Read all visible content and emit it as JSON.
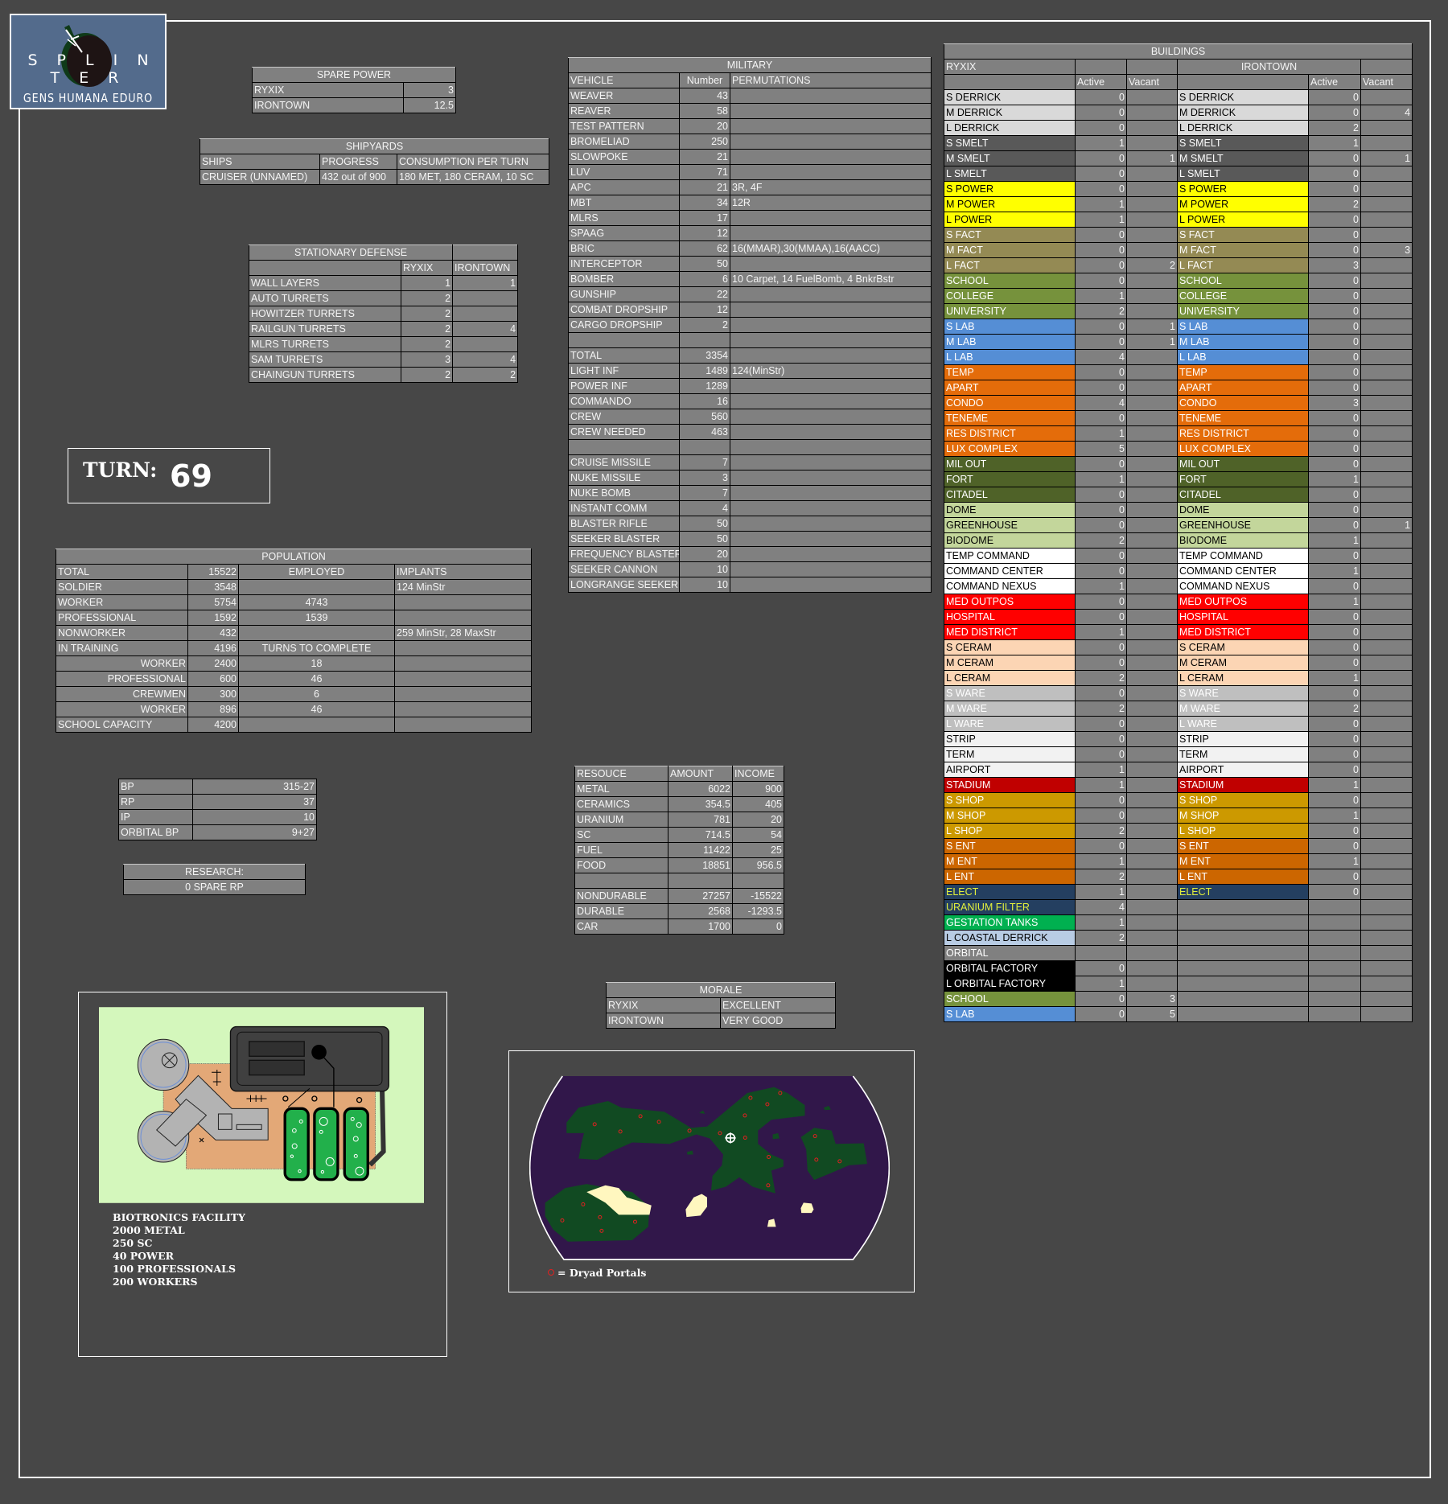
{
  "logo": {
    "name": "SPLINTER",
    "motto": "GENS HUMANA EDURO"
  },
  "spare_power": {
    "title": "SPARE POWER",
    "rows": [
      [
        "RYXIX",
        "3"
      ],
      [
        "IRONTOWN",
        "12.5"
      ]
    ]
  },
  "shipyards": {
    "title": "SHIPYARDS",
    "rows": [
      [
        "SHIPS",
        "PROGRESS",
        "CONSUMPTION PER TURN"
      ],
      [
        "CRUISER (UNNAMED)",
        "432 out of 900",
        "180 MET, 180 CERAM, 10 SC"
      ]
    ]
  },
  "stationary_defense": {
    "title": "STATIONARY DEFENSE",
    "rows": [
      [
        "",
        "RYXIX",
        "IRONTOWN"
      ],
      [
        "WALL LAYERS",
        "1",
        "1"
      ],
      [
        "AUTO TURRETS",
        "2",
        ""
      ],
      [
        "HOWITZER TURRETS",
        "2",
        ""
      ],
      [
        "RAILGUN TURRETS",
        "2",
        "4"
      ],
      [
        "MLRS TURRETS",
        "2",
        ""
      ],
      [
        "SAM TURRETS",
        "3",
        "4"
      ],
      [
        "CHAINGUN TURRETS",
        "2",
        "2"
      ]
    ]
  },
  "turn": {
    "label": "TURN:",
    "value": "69"
  },
  "population": {
    "title": "POPULATION",
    "rows": [
      [
        "TOTAL",
        "15522",
        "EMPLOYED",
        "IMPLANTS"
      ],
      [
        "SOLDIER",
        "3548",
        "",
        "124 MinStr"
      ],
      [
        "WORKER",
        "5754",
        "4743",
        ""
      ],
      [
        "PROFESSIONAL",
        "1592",
        "1539",
        ""
      ],
      [
        "NONWORKER",
        "432",
        "",
        "259 MinStr, 28 MaxStr"
      ],
      [
        "IN TRAINING",
        "4196",
        "TURNS TO COMPLETE",
        ""
      ],
      [
        "WORKER",
        "2400",
        "18",
        ""
      ],
      [
        "PROFESSIONAL",
        "600",
        "46",
        ""
      ],
      [
        "CREWMEN",
        "300",
        "6",
        ""
      ],
      [
        "WORKER",
        "896",
        "46",
        ""
      ],
      [
        "SCHOOL CAPACITY",
        "4200",
        "",
        ""
      ]
    ]
  },
  "points": {
    "rows": [
      [
        "BP",
        "315-27"
      ],
      [
        "RP",
        "37"
      ],
      [
        "IP",
        "10"
      ],
      [
        "ORBITAL BP",
        "9+27"
      ]
    ]
  },
  "research": {
    "rows": [
      [
        "RESEARCH:"
      ],
      [
        "0 SPARE RP"
      ]
    ]
  },
  "military": {
    "title": "MILITARY",
    "rows": [
      [
        "VEHICLE",
        "Number",
        "PERMUTATIONS"
      ],
      [
        "WEAVER",
        "43",
        ""
      ],
      [
        "REAVER",
        "58",
        ""
      ],
      [
        "TEST PATTERN",
        "20",
        ""
      ],
      [
        "BROMELIAD",
        "250",
        ""
      ],
      [
        "SLOWPOKE",
        "21",
        ""
      ],
      [
        "LUV",
        "71",
        ""
      ],
      [
        "APC",
        "21",
        "3R, 4F"
      ],
      [
        "MBT",
        "34",
        "12R"
      ],
      [
        "MLRS",
        "17",
        ""
      ],
      [
        "SPAAG",
        "12",
        ""
      ],
      [
        "BRIC",
        "62",
        "16(MMAR),30(MMAA),16(AACC)"
      ],
      [
        "INTERCEPTOR",
        "50",
        ""
      ],
      [
        "BOMBER",
        "6",
        "10 Carpet, 14 FuelBomb, 4 BnkrBstr"
      ],
      [
        "GUNSHIP",
        "22",
        ""
      ],
      [
        "COMBAT DROPSHIP",
        "12",
        ""
      ],
      [
        "CARGO DROPSHIP",
        "2",
        ""
      ],
      [
        "",
        "",
        ""
      ],
      [
        "TOTAL",
        "3354",
        ""
      ],
      [
        "LIGHT INF",
        "1489",
        "124(MinStr)"
      ],
      [
        "POWER INF",
        "1289",
        ""
      ],
      [
        "COMMANDO",
        "16",
        ""
      ],
      [
        "CREW",
        "560",
        ""
      ],
      [
        "CREW NEEDED",
        "463",
        ""
      ],
      [
        "",
        "",
        ""
      ],
      [
        "CRUISE MISSILE",
        "7",
        ""
      ],
      [
        "NUKE MISSILE",
        "3",
        ""
      ],
      [
        "NUKE BOMB",
        "7",
        ""
      ],
      [
        "INSTANT COMM",
        "4",
        ""
      ],
      [
        "BLASTER RIFLE",
        "50",
        ""
      ],
      [
        "SEEKER BLASTER",
        "50",
        ""
      ],
      [
        "FREQUENCY BLASTER",
        "20",
        ""
      ],
      [
        "SEEKER CANNON",
        "10",
        ""
      ],
      [
        "LONGRANGE SEEKER",
        "10",
        ""
      ]
    ]
  },
  "resources": {
    "rows": [
      [
        "RESOUCE",
        "AMOUNT",
        "INCOME"
      ],
      [
        "METAL",
        "6022",
        "900"
      ],
      [
        "CERAMICS",
        "354.5",
        "405"
      ],
      [
        "URANIUM",
        "781",
        "20"
      ],
      [
        "SC",
        "714.5",
        "54"
      ],
      [
        "FUEL",
        "11422",
        "25"
      ],
      [
        "FOOD",
        "18851",
        "956.5"
      ],
      [
        "",
        "",
        ""
      ],
      [
        "NONDURABLE",
        "27257",
        "-15522"
      ],
      [
        "DURABLE",
        "2568",
        "-1293.5"
      ],
      [
        "CAR",
        "1700",
        "0"
      ]
    ]
  },
  "morale": {
    "title": "MORALE",
    "rows": [
      [
        "RYXIX",
        "EXCELLENT"
      ],
      [
        "IRONTOWN",
        "VERY GOOD"
      ]
    ]
  },
  "facility": {
    "lines": [
      "BIOTRONICS FACILITY",
      "2000 METAL",
      "250 SC",
      "40 POWER",
      "100 PROFESSIONALS",
      "200 WORKERS"
    ]
  },
  "map": {
    "legend": "= Dryad Portals"
  },
  "buildings": {
    "title": "BUILDINGS",
    "city_a": "RYXIX",
    "city_b": "IRONTOWN",
    "active_label": "Active",
    "vacant_label": "Vacant",
    "colors": {
      "der": [
        "#d9d9d9",
        "#000000"
      ],
      "sme": [
        "#595959",
        "#ffffff"
      ],
      "pow": [
        "#ffff00",
        "#000000"
      ],
      "fac": [
        "#948a54",
        "#ffffff"
      ],
      "edu": [
        "#76923c",
        "#ffffff"
      ],
      "lab": [
        "#558ed5",
        "#ffffff"
      ],
      "res": [
        "#e46c0a",
        "#ffffff"
      ],
      "mil": [
        "#4f6228",
        "#ffffff"
      ],
      "dom": [
        "#c3d69b",
        "#000000"
      ],
      "cmd": [
        "#ffffff",
        "#000000"
      ],
      "med": [
        "#ff0000",
        "#ffffff"
      ],
      "cer": [
        "#fcd5b4",
        "#000000"
      ],
      "war": [
        "#bfbfbf",
        "#ffffff"
      ],
      "air": [
        "#f2f2f2",
        "#000000"
      ],
      "sta": [
        "#c00000",
        "#ffffff"
      ],
      "sho": [
        "#cc9900",
        "#ffffff"
      ],
      "ent": [
        "#cc6600",
        "#ffffff"
      ],
      "ele": [
        "#243f60",
        "#e2f03c"
      ],
      "ges": [
        "#00b050",
        "#ffffff"
      ],
      "coa": [
        "#b8cce4",
        "#000000"
      ],
      "orb": [
        "#808080",
        "#ffffff"
      ],
      "ofa": [
        "#000000",
        "#ffffff"
      ]
    },
    "rows": [
      [
        "S DERRICK",
        "der",
        "0",
        "",
        "S DERRICK",
        "0",
        ""
      ],
      [
        "M DERRICK",
        "der",
        "0",
        "",
        "M DERRICK",
        "0",
        "4"
      ],
      [
        "L DERRICK",
        "der",
        "0",
        "",
        "L DERRICK",
        "2",
        ""
      ],
      [
        "S SMELT",
        "sme",
        "1",
        "",
        "S SMELT",
        "1",
        ""
      ],
      [
        "M SMELT",
        "sme",
        "0",
        "1",
        "M SMELT",
        "0",
        "1"
      ],
      [
        "L SMELT",
        "sme",
        "0",
        "",
        "L SMELT",
        "0",
        ""
      ],
      [
        "S POWER",
        "pow",
        "0",
        "",
        "S POWER",
        "0",
        ""
      ],
      [
        "M POWER",
        "pow",
        "1",
        "",
        "M POWER",
        "2",
        ""
      ],
      [
        "L POWER",
        "pow",
        "1",
        "",
        "L POWER",
        "0",
        ""
      ],
      [
        "S FACT",
        "fac",
        "0",
        "",
        "S FACT",
        "0",
        ""
      ],
      [
        "M FACT",
        "fac",
        "0",
        "",
        "M FACT",
        "0",
        "3"
      ],
      [
        "L FACT",
        "fac",
        "0",
        "2",
        "L FACT",
        "3",
        ""
      ],
      [
        "SCHOOL",
        "edu",
        "0",
        "",
        "SCHOOL",
        "0",
        ""
      ],
      [
        "COLLEGE",
        "edu",
        "1",
        "",
        "COLLEGE",
        "0",
        ""
      ],
      [
        "UNIVERSITY",
        "edu",
        "2",
        "",
        "UNIVERSITY",
        "0",
        ""
      ],
      [
        "S LAB",
        "lab",
        "0",
        "1",
        "S LAB",
        "0",
        ""
      ],
      [
        "M LAB",
        "lab",
        "0",
        "1",
        "M LAB",
        "0",
        ""
      ],
      [
        "L LAB",
        "lab",
        "4",
        "",
        "L LAB",
        "0",
        ""
      ],
      [
        "TEMP",
        "res",
        "0",
        "",
        "TEMP",
        "0",
        ""
      ],
      [
        "APART",
        "res",
        "0",
        "",
        "APART",
        "0",
        ""
      ],
      [
        "CONDO",
        "res",
        "4",
        "",
        "CONDO",
        "3",
        ""
      ],
      [
        "TENEME",
        "res",
        "0",
        "",
        "TENEME",
        "0",
        ""
      ],
      [
        "RES DISTRICT",
        "res",
        "1",
        "",
        "RES DISTRICT",
        "0",
        ""
      ],
      [
        "LUX COMPLEX",
        "res",
        "5",
        "",
        "LUX COMPLEX",
        "0",
        ""
      ],
      [
        "MIL OUT",
        "mil",
        "0",
        "",
        "MIL OUT",
        "0",
        ""
      ],
      [
        "FORT",
        "mil",
        "1",
        "",
        "FORT",
        "1",
        ""
      ],
      [
        "CITADEL",
        "mil",
        "0",
        "",
        "CITADEL",
        "0",
        ""
      ],
      [
        "DOME",
        "dom",
        "0",
        "",
        "DOME",
        "0",
        ""
      ],
      [
        "GREENHOUSE",
        "dom",
        "0",
        "",
        "GREENHOUSE",
        "0",
        "1"
      ],
      [
        "BIODOME",
        "dom",
        "2",
        "",
        "BIODOME",
        "1",
        ""
      ],
      [
        "TEMP COMMAND",
        "cmd",
        "0",
        "",
        "TEMP COMMAND",
        "0",
        ""
      ],
      [
        "COMMAND CENTER",
        "cmd",
        "0",
        "",
        "COMMAND CENTER",
        "1",
        ""
      ],
      [
        "COMMAND NEXUS",
        "cmd",
        "1",
        "",
        "COMMAND NEXUS",
        "0",
        ""
      ],
      [
        "MED OUTPOS",
        "med",
        "0",
        "",
        "MED OUTPOS",
        "1",
        ""
      ],
      [
        "HOSPITAL",
        "med",
        "0",
        "",
        "HOSPITAL",
        "0",
        ""
      ],
      [
        "MED DISTRICT",
        "med",
        "1",
        "",
        "MED DISTRICT",
        "0",
        ""
      ],
      [
        "S CERAM",
        "cer",
        "0",
        "",
        "S CERAM",
        "0",
        ""
      ],
      [
        "M CERAM",
        "cer",
        "0",
        "",
        "M CERAM",
        "0",
        ""
      ],
      [
        "L CERAM",
        "cer",
        "2",
        "",
        "L CERAM",
        "1",
        ""
      ],
      [
        "S WARE",
        "war",
        "0",
        "",
        "S WARE",
        "0",
        ""
      ],
      [
        "M WARE",
        "war",
        "2",
        "",
        "M WARE",
        "2",
        ""
      ],
      [
        "L WARE",
        "war",
        "0",
        "",
        "L WARE",
        "0",
        ""
      ],
      [
        "STRIP",
        "air",
        "0",
        "",
        "STRIP",
        "0",
        ""
      ],
      [
        "TERM",
        "air",
        "0",
        "",
        "TERM",
        "0",
        ""
      ],
      [
        "AIRPORT",
        "air",
        "1",
        "",
        "AIRPORT",
        "0",
        ""
      ],
      [
        "STADIUM",
        "sta",
        "1",
        "",
        "STADIUM",
        "1",
        ""
      ],
      [
        "S SHOP",
        "sho",
        "0",
        "",
        "S SHOP",
        "0",
        ""
      ],
      [
        "M SHOP",
        "sho",
        "0",
        "",
        "M SHOP",
        "1",
        ""
      ],
      [
        "L SHOP",
        "sho",
        "2",
        "",
        "L SHOP",
        "0",
        ""
      ],
      [
        "S ENT",
        "ent",
        "0",
        "",
        "S ENT",
        "0",
        ""
      ],
      [
        "M ENT",
        "ent",
        "1",
        "",
        "M ENT",
        "1",
        ""
      ],
      [
        "L ENT",
        "ent",
        "2",
        "",
        "L ENT",
        "0",
        ""
      ],
      [
        "ELECT",
        "ele",
        "1",
        "",
        "ELECT",
        "0",
        ""
      ],
      [
        "URANIUM FILTER",
        "ele",
        "4",
        "",
        "",
        "",
        ""
      ],
      [
        "GESTATION TANKS",
        "ges",
        "1",
        "",
        "",
        "",
        ""
      ],
      [
        "L COASTAL DERRICK",
        "coa",
        "2",
        "",
        "",
        "",
        ""
      ],
      [
        "ORBITAL",
        "orb",
        "",
        "",
        "",
        "",
        ""
      ],
      [
        "ORBITAL FACTORY",
        "ofa",
        "0",
        "",
        "",
        "",
        ""
      ],
      [
        "L ORBITAL FACTORY",
        "ofa",
        "1",
        "",
        "",
        "",
        ""
      ],
      [
        "SCHOOL",
        "edu",
        "0",
        "3",
        "",
        "",
        ""
      ],
      [
        "S LAB",
        "lab",
        "0",
        "5",
        "",
        "",
        ""
      ]
    ]
  }
}
